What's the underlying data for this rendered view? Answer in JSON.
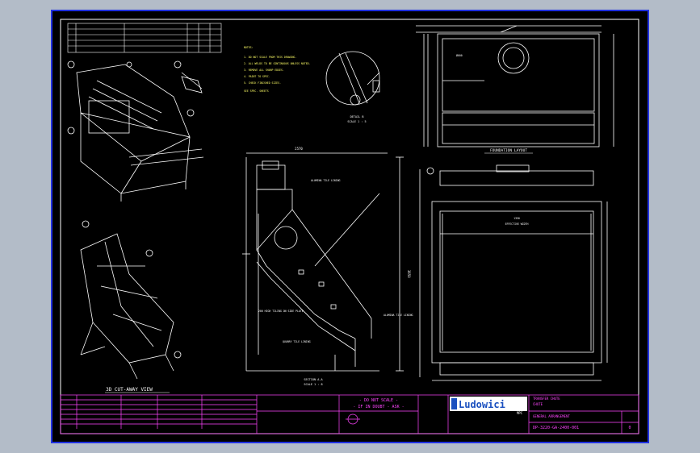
{
  "drawing": {
    "section_aa_label": "SECTION A-A",
    "section_aa_scale": "SCALE 1 : 8",
    "detail_b_label": "DETAIL B",
    "detail_b_scale": "SCALE 1 : 5",
    "cutaway_label": "3D CUT-AWAY VIEW",
    "foundation_label": "FOUNDATION LAYOUT",
    "dim_overall_width": "2570",
    "dim_height": "3650",
    "dim_width_inner": "1350",
    "dim_flange": "Ø600",
    "dim_effective": "EFFECTIVE WIDTH",
    "label_alumina_tile_top": "ALUMINA TILE LINING",
    "label_alumina_tile_low": "ALUMINA TILE LINING",
    "label_quarry_tile": "QUARRY TILE LINING",
    "label_side_plate": "200 HIGH TILING ON SIDE PLATE"
  },
  "notes": {
    "heading": "NOTES:",
    "lines": [
      "1. DO NOT SCALE FROM THIS DRAWING.",
      "2. ALL WELDS TO BE CONTINUOUS UNLESS NOTED.",
      "3. REMOVE ALL SHARP EDGES.",
      "4. PAINT TO SPEC.",
      "5. CHECK FINISHED SIZES."
    ],
    "tail": "SEE SPEC. SHEETS"
  },
  "title_block": {
    "do_not_scale": "- DO NOT SCALE -",
    "in_doubt": "- IF IN DOUBT - ASK -",
    "company": "Ludowici",
    "company_sub": "MPC",
    "drawing_title_1": "TRANSFER CHUTE",
    "drawing_title_2": "CHUTE",
    "drawing_title_3": "GENERAL ARRANGEMENT",
    "drawing_number": "DP-3220-GA-2400-001",
    "rev": "0"
  },
  "colors": {
    "background": "#000000",
    "linework": "#ffffff",
    "title_block": "#ff44ff",
    "notes": "#ffff66",
    "frame": "#2030e0"
  }
}
